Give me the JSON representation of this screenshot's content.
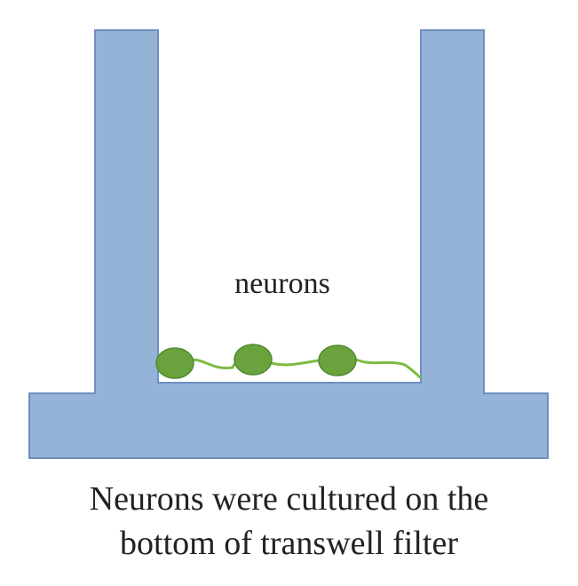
{
  "labels": {
    "cells": "neurons"
  },
  "caption": {
    "line1": "Neurons were cultured on the",
    "line2": "bottom of transwell filter"
  },
  "colors": {
    "insert_fill": "#95b3d7",
    "insert_stroke": "#6f8fbf",
    "neuron_fill": "#6aa33e",
    "neuron_stroke": "#4f8a2a",
    "neurite": "#7dbb42",
    "text": "#222222"
  },
  "icons": {
    "insert": "transwell-insert-shape",
    "cell": "neuron-cell-body-ellipse"
  }
}
